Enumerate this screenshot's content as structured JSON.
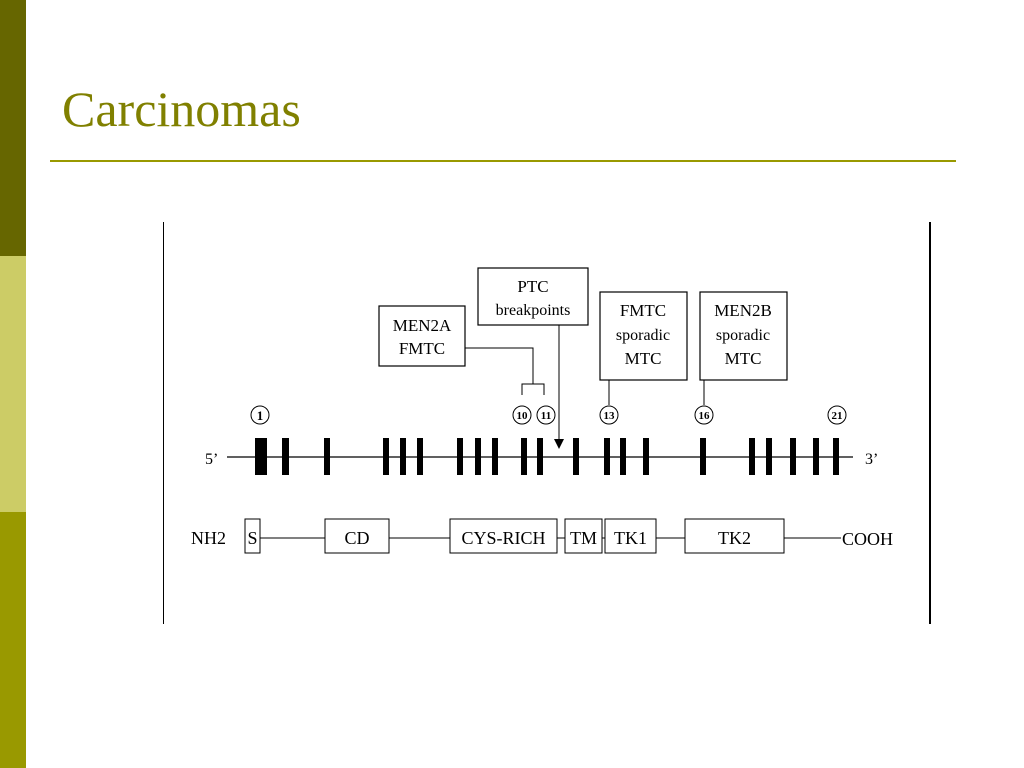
{
  "slide": {
    "title": "Carcinomas"
  },
  "diagram": {
    "five_prime": "5’",
    "three_prime": "3’",
    "callouts": {
      "men2a": [
        "MEN2A",
        "FMTC"
      ],
      "ptc": [
        "PTC",
        "breakpoints"
      ],
      "fmtc": [
        "FMTC",
        "sporadic",
        "MTC"
      ],
      "men2b": [
        "MEN2B",
        "sporadic",
        "MTC"
      ]
    },
    "exon_labels": {
      "e1": "1",
      "e10": "10",
      "e11": "11",
      "e13": "13",
      "e16": "16",
      "e21": "21"
    },
    "protein": {
      "n_term": "NH2",
      "c_term": "COOH",
      "domains": {
        "s": "S",
        "cd": "CD",
        "cys": "CYS-RICH",
        "tm": "TM",
        "tk1": "TK1",
        "tk2": "TK2"
      }
    }
  }
}
